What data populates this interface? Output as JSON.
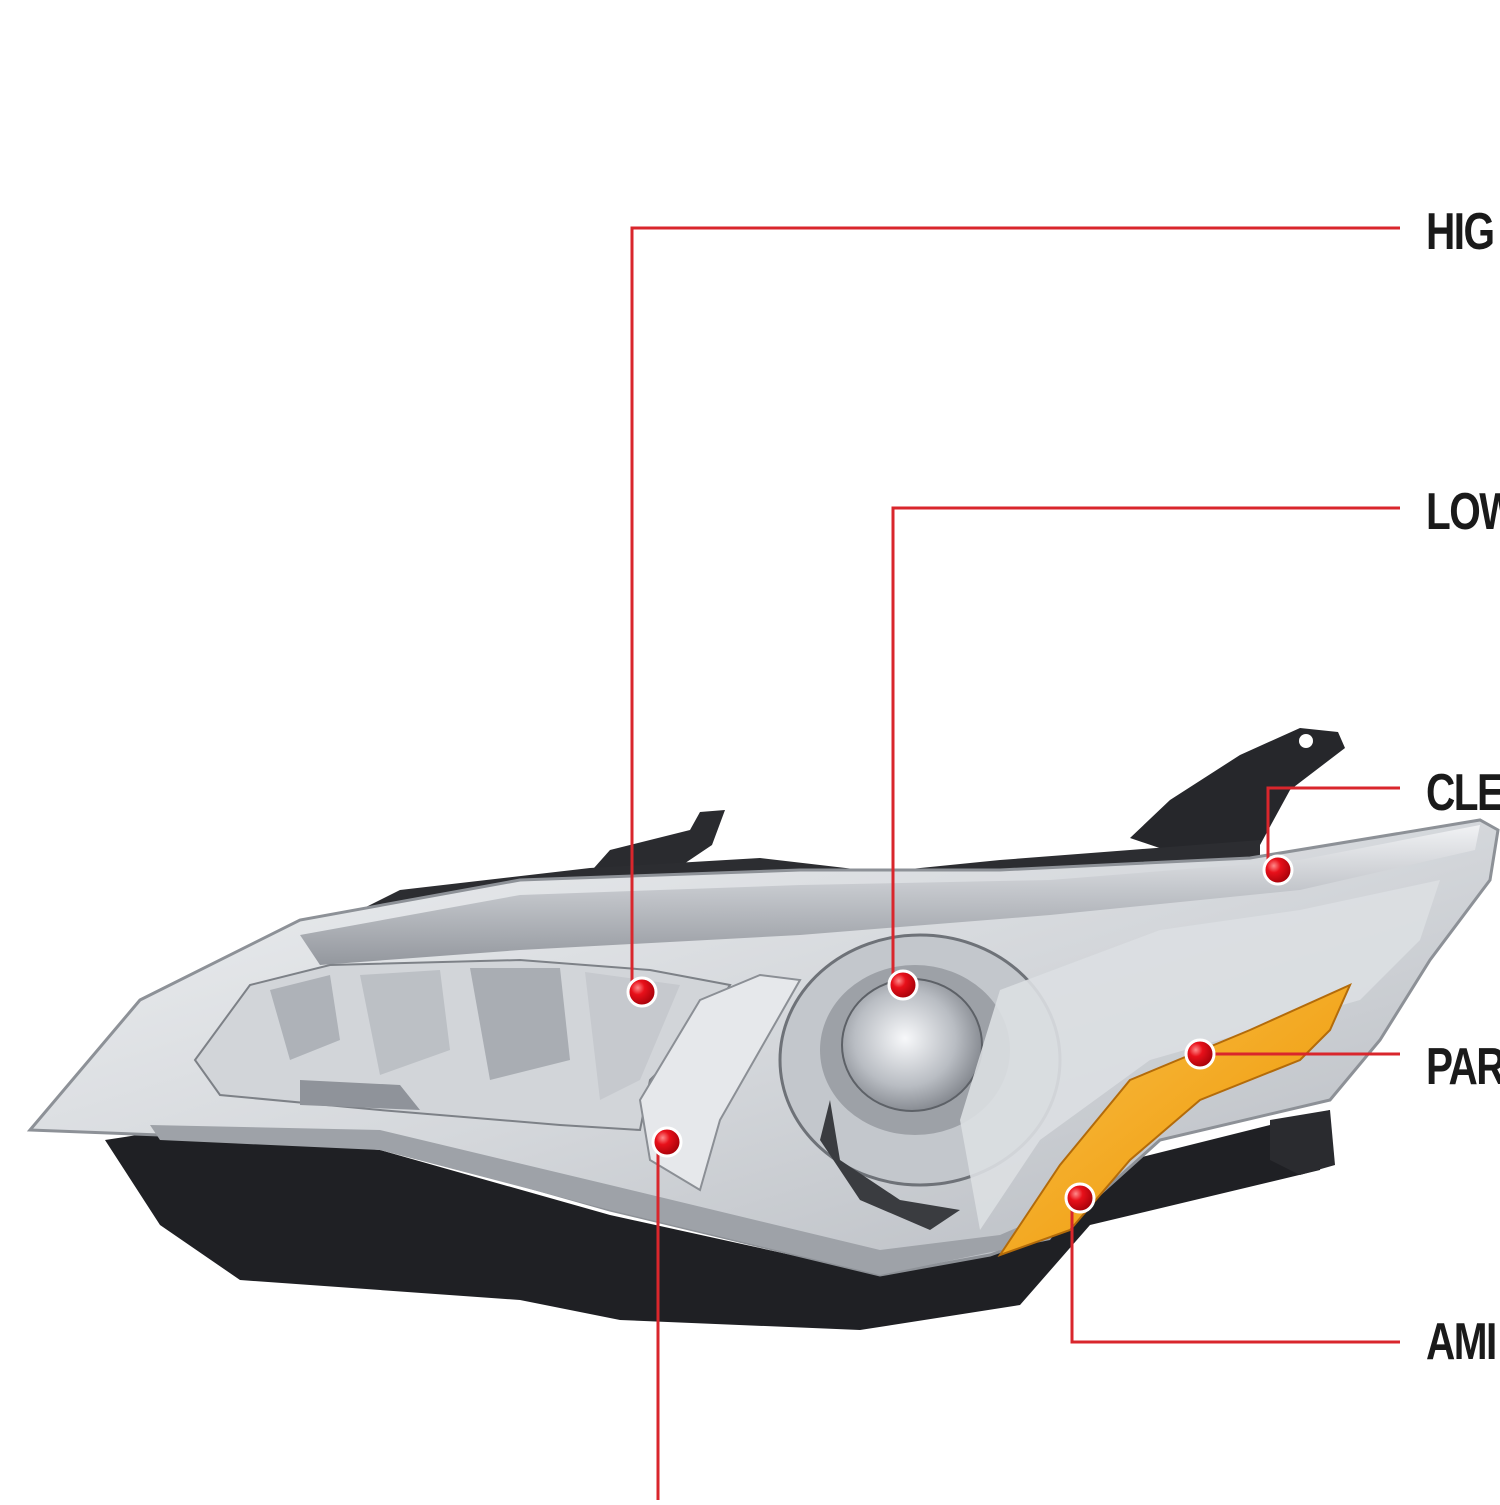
{
  "callouts": {
    "high_beam": "HIG",
    "low_beam": "LOW",
    "clear": "CLEA",
    "parking": "PAR",
    "amber": "AMI"
  },
  "colors": {
    "leader_line": "#d9262c",
    "marker_dot": "#e0101a",
    "amber_lens": "#f2a51c",
    "chrome": "#c9ccd0",
    "housing_dark": "#1c1d20"
  }
}
